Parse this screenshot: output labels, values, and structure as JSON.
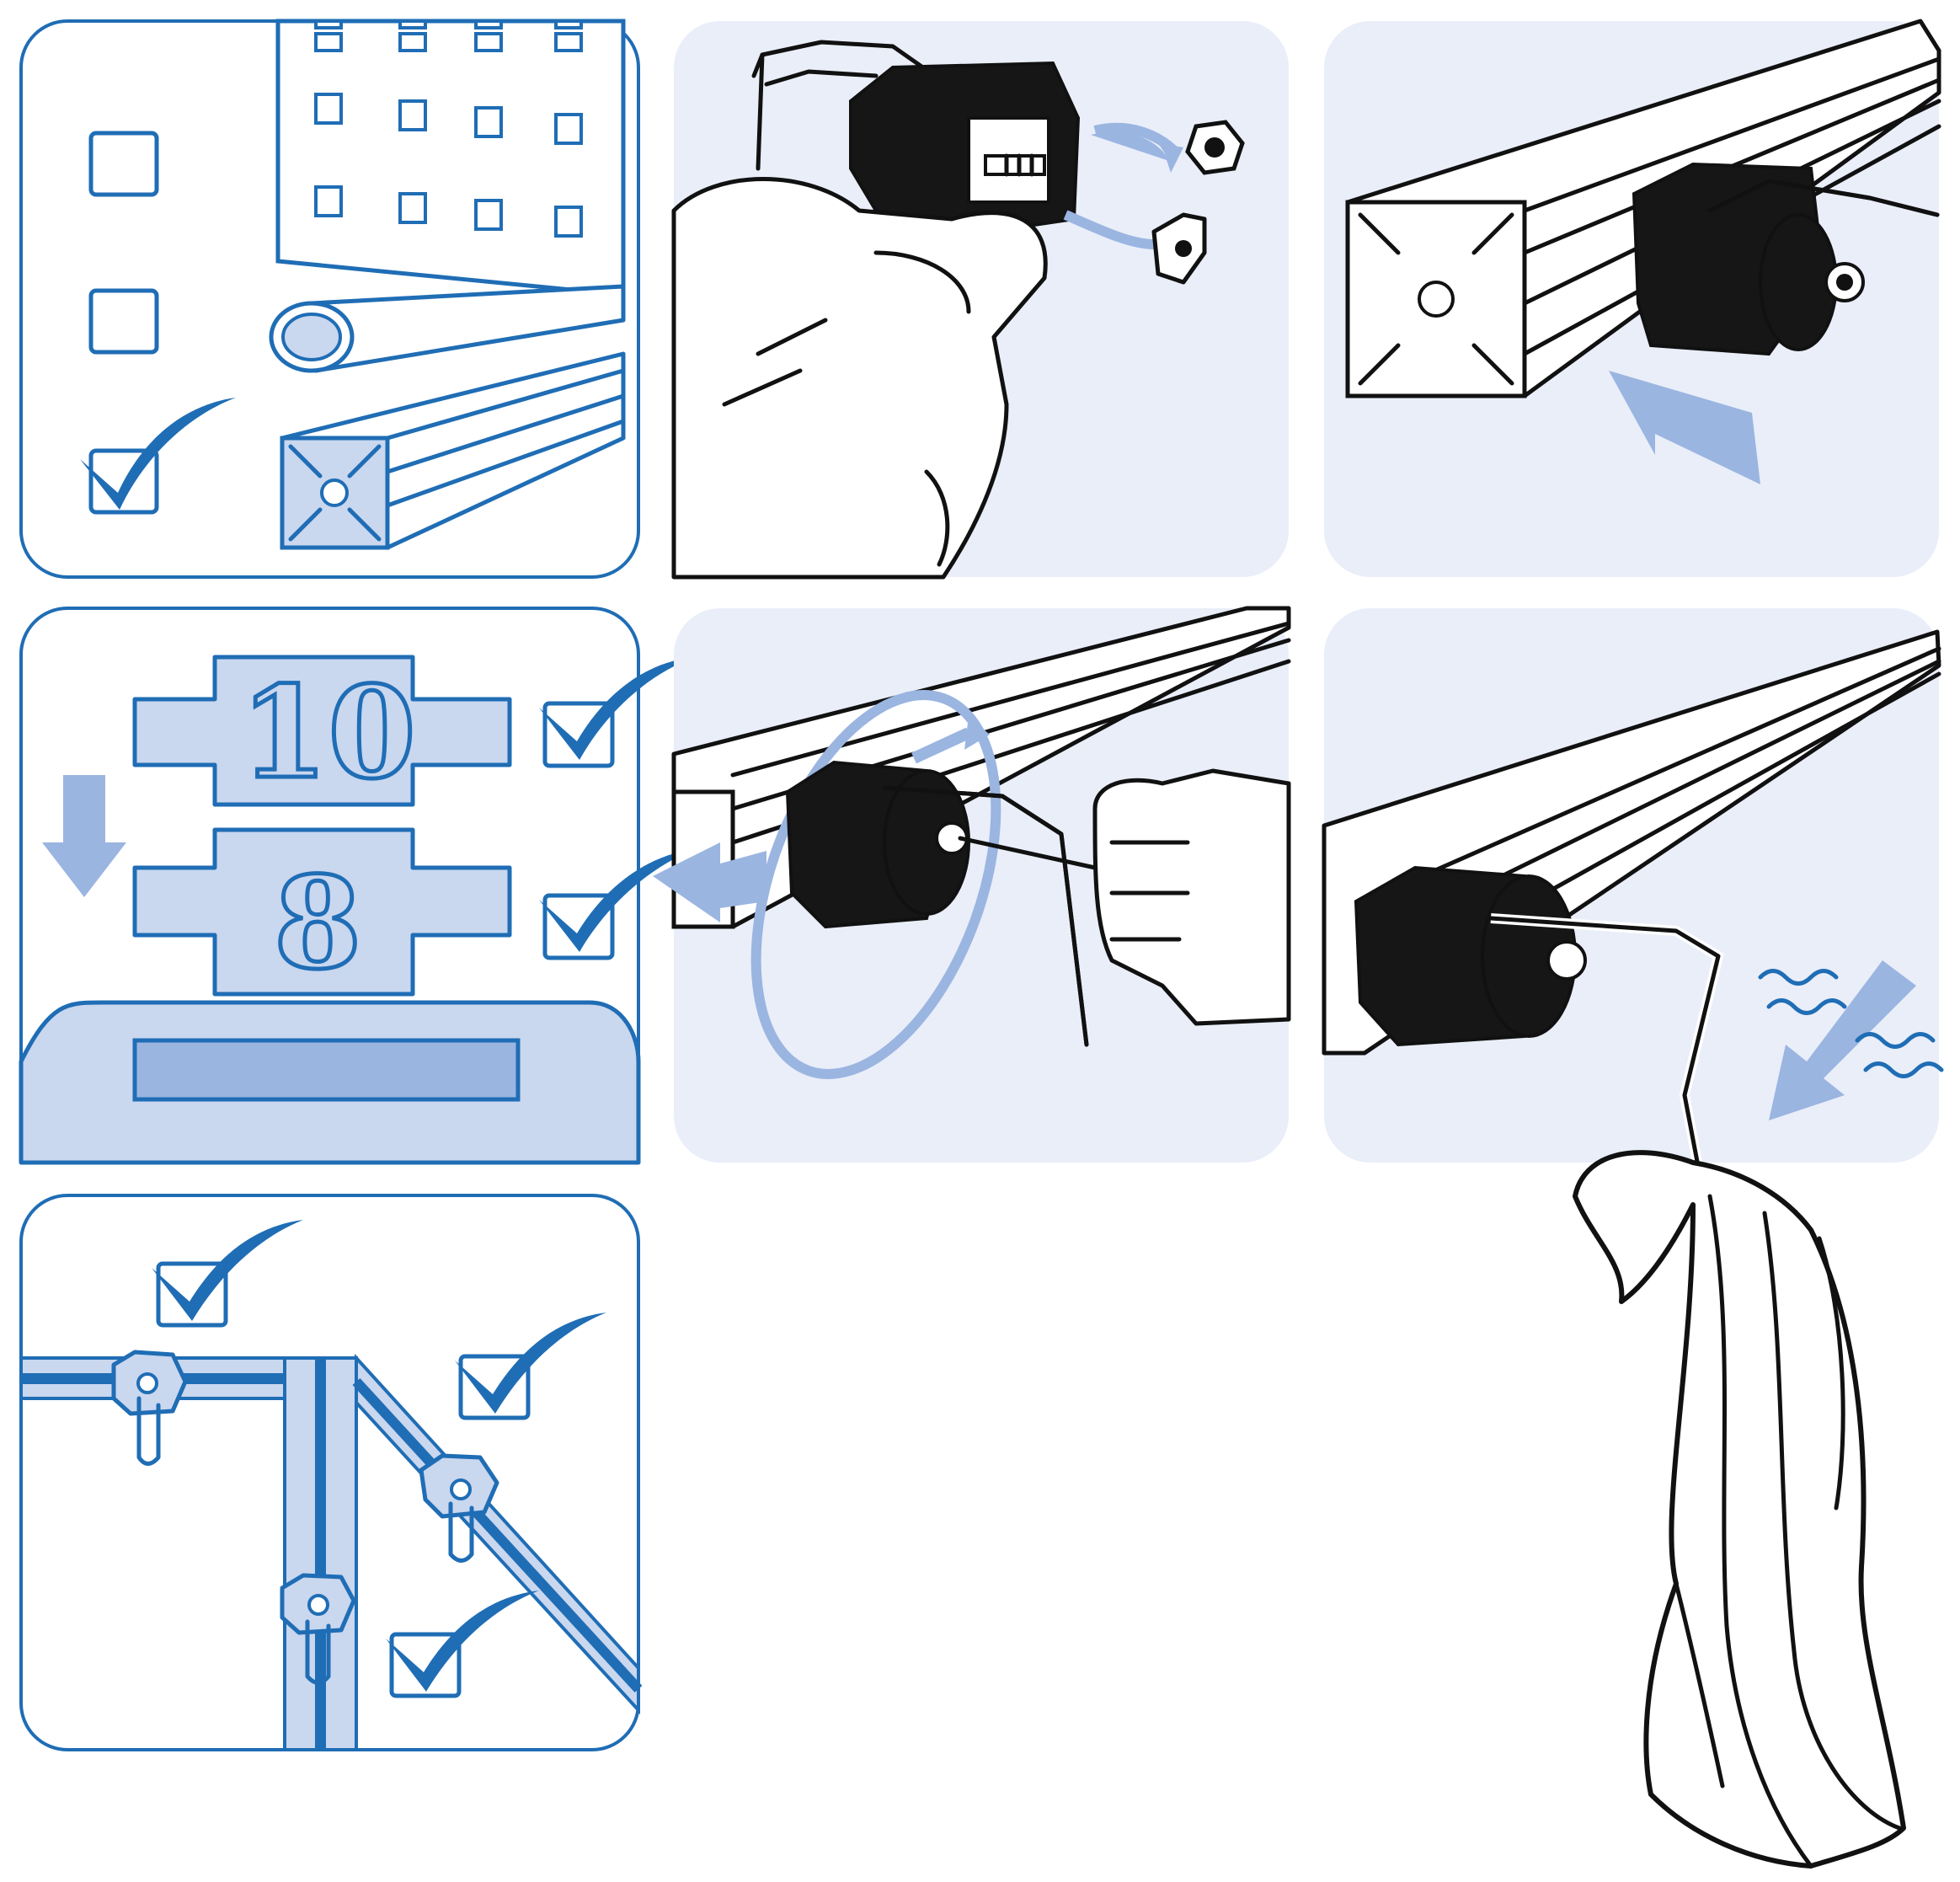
{
  "steps": [
    {
      "id": "compatibility",
      "label_numbers": []
    },
    {
      "id": "remove-nut",
      "label_numbers": []
    },
    {
      "id": "slide-into-profile",
      "label_numbers": []
    },
    {
      "id": "slot-size",
      "label_numbers": [
        "10",
        "8"
      ]
    },
    {
      "id": "tighten",
      "label_numbers": []
    },
    {
      "id": "hang-towel",
      "label_numbers": []
    },
    {
      "id": "mounting-orientations",
      "label_numbers": []
    }
  ],
  "slot_sizes": {
    "large": "10",
    "small": "8"
  },
  "colors": {
    "accent": "#1f6db5",
    "light": "#c9d7ef",
    "arrow": "#9bb5e1",
    "panel_bg": "#e9eef9",
    "ink": "#111111"
  },
  "icons": [
    "checkbox-icon",
    "checkmark-icon",
    "arrow-icon",
    "hand-icon",
    "hex-nut-icon",
    "t-nut-icon",
    "hook-icon",
    "towel-icon",
    "aluminium-profile-icon",
    "pegboard-icon",
    "tube-icon"
  ]
}
